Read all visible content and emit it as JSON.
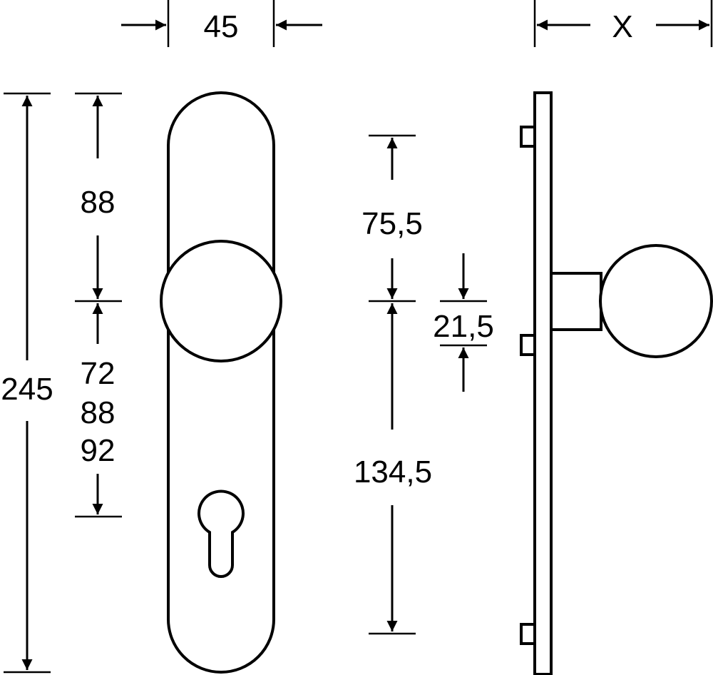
{
  "title": "Door knob plate dimension drawing",
  "colors": {
    "line": "#000000",
    "background": "#ffffff"
  },
  "dimensions": {
    "plate_width": "45",
    "projection": "X",
    "total_height": "245",
    "top_to_knob": "88",
    "knob_to_cylinder": [
      "72",
      "88",
      "92"
    ],
    "side_top_to_knob": "75,5",
    "side_knob_offset": "21,5",
    "side_knob_to_bottom": "134,5"
  }
}
